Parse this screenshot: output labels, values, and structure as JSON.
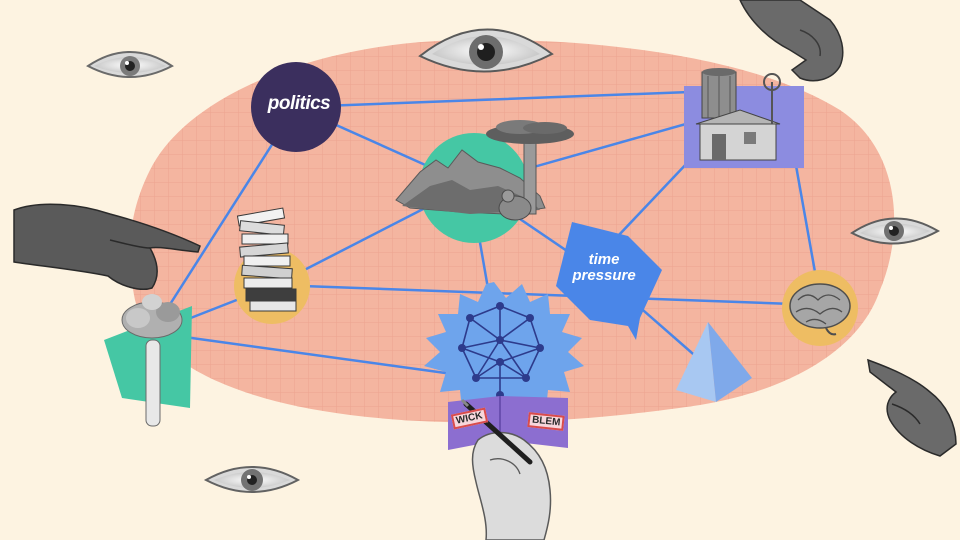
{
  "nodes": {
    "politics": "politics",
    "time_pressure_line1": "time",
    "time_pressure_line2": "pressure"
  },
  "banner": {
    "left_text": "WICK",
    "right_text": "BLEM"
  },
  "colors": {
    "background": "#fdf3e1",
    "blob": "#f4b5a0",
    "line": "#4a86e8",
    "politics": "#3b2f5e",
    "teal": "#45c7a4",
    "mustard": "#eebd63",
    "purple": "#8c8ce0",
    "blue": "#4a86e8",
    "light_blue": "#a8c8f2"
  },
  "icons": [
    "eye-icon",
    "hand-icon",
    "books-icon",
    "brain-icon",
    "tree-icon",
    "farmhouse-icon",
    "network-icon",
    "pyramid-icon",
    "pen-icon"
  ]
}
